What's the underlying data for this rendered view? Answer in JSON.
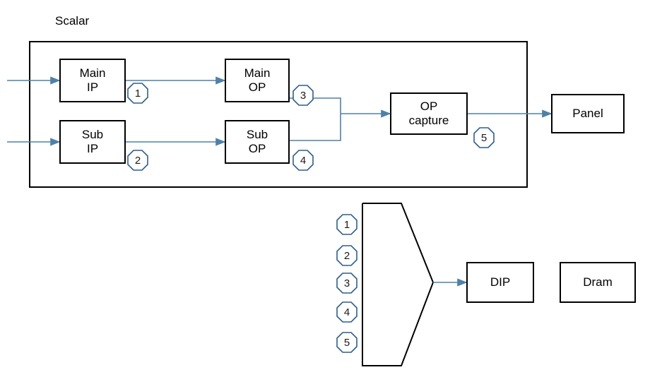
{
  "diagram": {
    "title": "Scalar",
    "nodes": [
      {
        "id": "main-ip",
        "line1": "Main",
        "line2": "IP"
      },
      {
        "id": "sub-ip",
        "line1": "Sub",
        "line2": "IP"
      },
      {
        "id": "main-op",
        "line1": "Main",
        "line2": "OP"
      },
      {
        "id": "sub-op",
        "line1": "Sub",
        "line2": "OP"
      },
      {
        "id": "op-capture",
        "line1": "OP",
        "line2": "capture"
      },
      {
        "id": "panel",
        "line1": "Panel",
        "line2": ""
      },
      {
        "id": "dip",
        "line1": "DIP",
        "line2": ""
      },
      {
        "id": "dram",
        "line1": "Dram",
        "line2": ""
      }
    ],
    "badges": {
      "main_ip": "1",
      "sub_ip": "2",
      "main_op": "3",
      "sub_op": "4",
      "op_capture": "5",
      "mux_inputs": [
        "1",
        "2",
        "3",
        "4",
        "5"
      ]
    },
    "colors": {
      "stroke": "#000000",
      "badge_stroke": "#2e5f8a",
      "arrow": "#4f81a8",
      "background": "#ffffff"
    }
  }
}
